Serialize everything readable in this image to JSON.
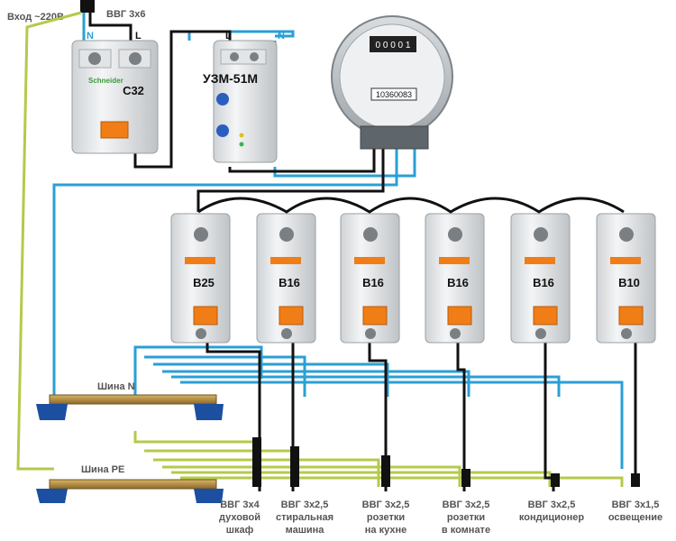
{
  "input_label": "Вход ~220В",
  "input_cable": "ВВГ 3х6",
  "main_breaker": {
    "brand": "Schneider",
    "rating": "C32",
    "terminal_n": "N",
    "terminal_l": "L"
  },
  "voltage_relay": {
    "name": "УЗМ-51М",
    "terminal_l": "L",
    "terminal_n": "N"
  },
  "meter": {
    "reading_top": "0 0 0 0 1",
    "reading_bottom": "10360083"
  },
  "busbars": {
    "neutral": "Шина N",
    "earth": "Шина PE"
  },
  "breakers": [
    {
      "rating": "B25"
    },
    {
      "rating": "B16"
    },
    {
      "rating": "B16"
    },
    {
      "rating": "B16"
    },
    {
      "rating": "B16"
    },
    {
      "rating": "B10"
    }
  ],
  "circuits": [
    {
      "cable": "ВВГ 3х4",
      "line1": "духовой",
      "line2": "шкаф"
    },
    {
      "cable": "ВВГ 3х2,5",
      "line1": "стиральная",
      "line2": "машина"
    },
    {
      "cable": "ВВГ 3х2,5",
      "line1": "розетки",
      "line2": "на кухне"
    },
    {
      "cable": "ВВГ 3х2,5",
      "line1": "розетки",
      "line2": "в комнате"
    },
    {
      "cable": "ВВГ 3х2,5",
      "line1": "кондиционер",
      "line2": ""
    },
    {
      "cable": "ВВГ 3х1,5",
      "line1": "освещение",
      "line2": ""
    }
  ],
  "colors": {
    "phase": "#111111",
    "neutral": "#2a9fd6",
    "earth": "#b5c94a",
    "breaker_toggle": "#f07d16",
    "busbar_base": "#1c4fa0",
    "brass": "#b38b3a"
  }
}
